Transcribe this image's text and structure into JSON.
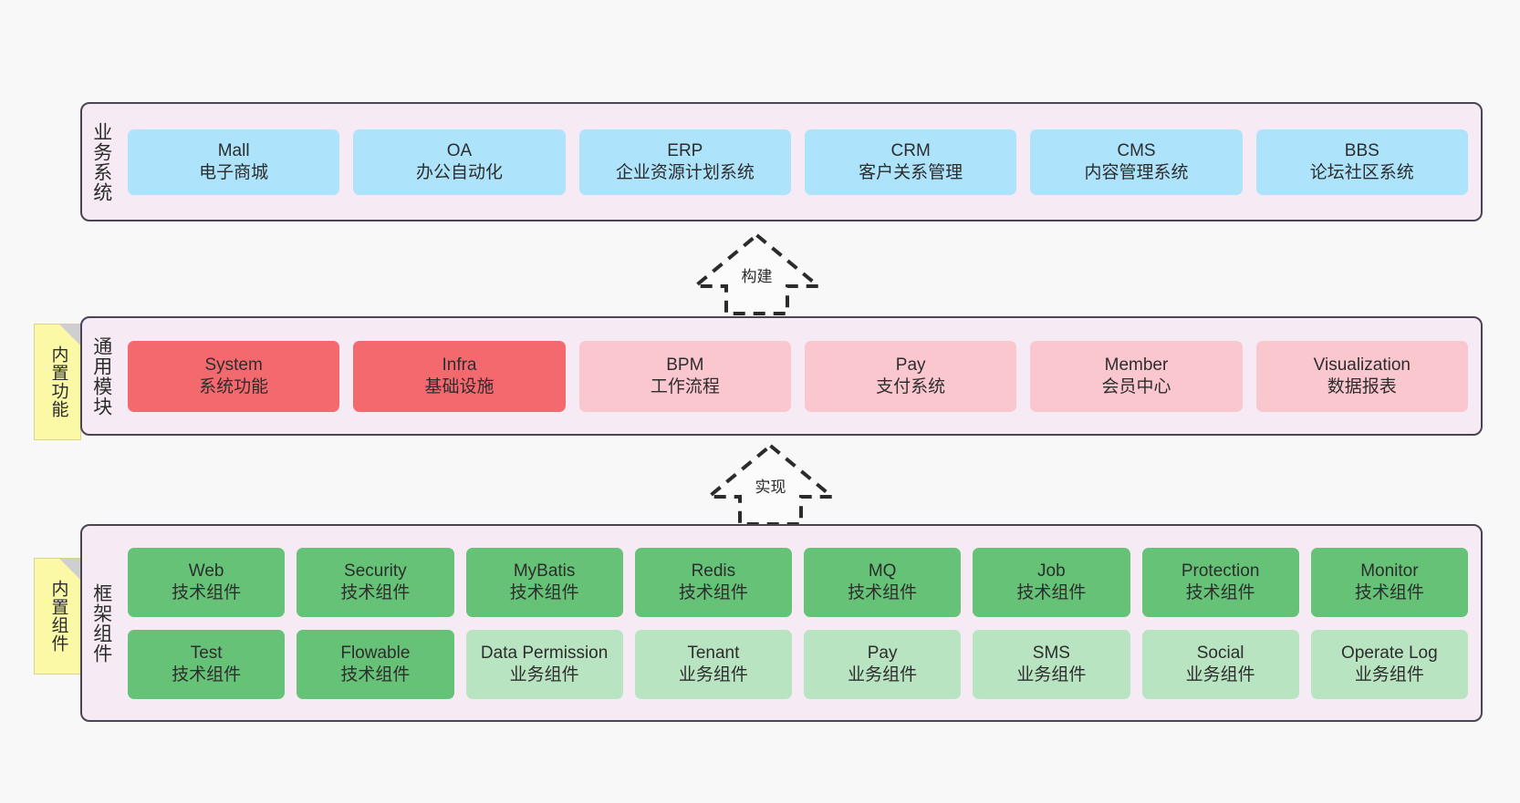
{
  "diagram": {
    "background": "#f8f8f8",
    "panel_fill": "#f6eaf4",
    "panel_border": "#4a4453",
    "colors": {
      "blue": "#ade3fb",
      "red": "#f4696e",
      "pink": "#fbc7cf",
      "green": "#66c277",
      "light_green": "#b9e4c1",
      "note_yellow": "#fbf9a6"
    }
  },
  "layers": {
    "business": {
      "label": "业务系统",
      "cards": [
        {
          "title": "Mall",
          "subtitle": "电子商城",
          "color": "blue"
        },
        {
          "title": "OA",
          "subtitle": "办公自动化",
          "color": "blue"
        },
        {
          "title": "ERP",
          "subtitle": "企业资源计划系统",
          "color": "blue"
        },
        {
          "title": "CRM",
          "subtitle": "客户关系管理",
          "color": "blue"
        },
        {
          "title": "CMS",
          "subtitle": "内容管理系统",
          "color": "blue"
        },
        {
          "title": "BBS",
          "subtitle": "论坛社区系统",
          "color": "blue"
        }
      ]
    },
    "modules": {
      "label": "通用模块",
      "note": "内置功能",
      "cards": [
        {
          "title": "System",
          "subtitle": "系统功能",
          "color": "red"
        },
        {
          "title": "Infra",
          "subtitle": "基础设施",
          "color": "red"
        },
        {
          "title": "BPM",
          "subtitle": "工作流程",
          "color": "pink"
        },
        {
          "title": "Pay",
          "subtitle": "支付系统",
          "color": "pink"
        },
        {
          "title": "Member",
          "subtitle": "会员中心",
          "color": "pink"
        },
        {
          "title": "Visualization",
          "subtitle": "数据报表",
          "color": "pink"
        }
      ]
    },
    "framework": {
      "label": "框架组件",
      "note": "内置组件",
      "row1": [
        {
          "title": "Web",
          "subtitle": "技术组件",
          "color": "green"
        },
        {
          "title": "Security",
          "subtitle": "技术组件",
          "color": "green"
        },
        {
          "title": "MyBatis",
          "subtitle": "技术组件",
          "color": "green"
        },
        {
          "title": "Redis",
          "subtitle": "技术组件",
          "color": "green"
        },
        {
          "title": "MQ",
          "subtitle": "技术组件",
          "color": "green"
        },
        {
          "title": "Job",
          "subtitle": "技术组件",
          "color": "green"
        },
        {
          "title": "Protection",
          "subtitle": "技术组件",
          "color": "green"
        },
        {
          "title": "Monitor",
          "subtitle": "技术组件",
          "color": "green"
        }
      ],
      "row2": [
        {
          "title": "Test",
          "subtitle": "技术组件",
          "color": "green"
        },
        {
          "title": "Flowable",
          "subtitle": "技术组件",
          "color": "green"
        },
        {
          "title": "Data Permission",
          "subtitle": "业务组件",
          "color": "light_green"
        },
        {
          "title": "Tenant",
          "subtitle": "业务组件",
          "color": "light_green"
        },
        {
          "title": "Pay",
          "subtitle": "业务组件",
          "color": "light_green"
        },
        {
          "title": "SMS",
          "subtitle": "业务组件",
          "color": "light_green"
        },
        {
          "title": "Social",
          "subtitle": "业务组件",
          "color": "light_green"
        },
        {
          "title": "Operate Log",
          "subtitle": "业务组件",
          "color": "light_green"
        }
      ]
    }
  },
  "connectors": [
    {
      "label": "构建",
      "from": "通用模块",
      "to": "业务系统",
      "style": "dashed-hollow-arrow-up"
    },
    {
      "label": "实现",
      "from": "框架组件",
      "to": "通用模块",
      "style": "dashed-hollow-arrow-up"
    }
  ]
}
